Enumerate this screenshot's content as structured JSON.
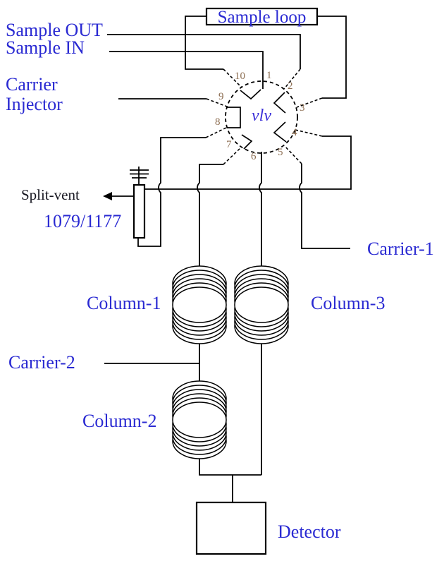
{
  "diagram": {
    "sample_loop_label": "Sample loop",
    "labels": {
      "sample_out": "Sample OUT",
      "sample_in": "Sample IN",
      "carrier": "Carrier",
      "injector": "Injector",
      "split_vent": "Split-vent",
      "injector_model": "1079/1177",
      "carrier_1": "Carrier-1",
      "column_1": "Column-1",
      "column_3": "Column-3",
      "carrier_2": "Carrier-2",
      "column_2": "Column-2",
      "detector": "Detector"
    },
    "valve": {
      "center_label": "vlv",
      "ports": [
        "1",
        "2",
        "3",
        "4",
        "5",
        "6",
        "7",
        "8",
        "9",
        "10"
      ]
    },
    "colors": {
      "label_blue": "#2a2ad2",
      "port_number_brown": "#8d6e52",
      "line_black": "#000000",
      "split_vent_dark": "#15151f",
      "bg_white": "#ffffff"
    }
  }
}
